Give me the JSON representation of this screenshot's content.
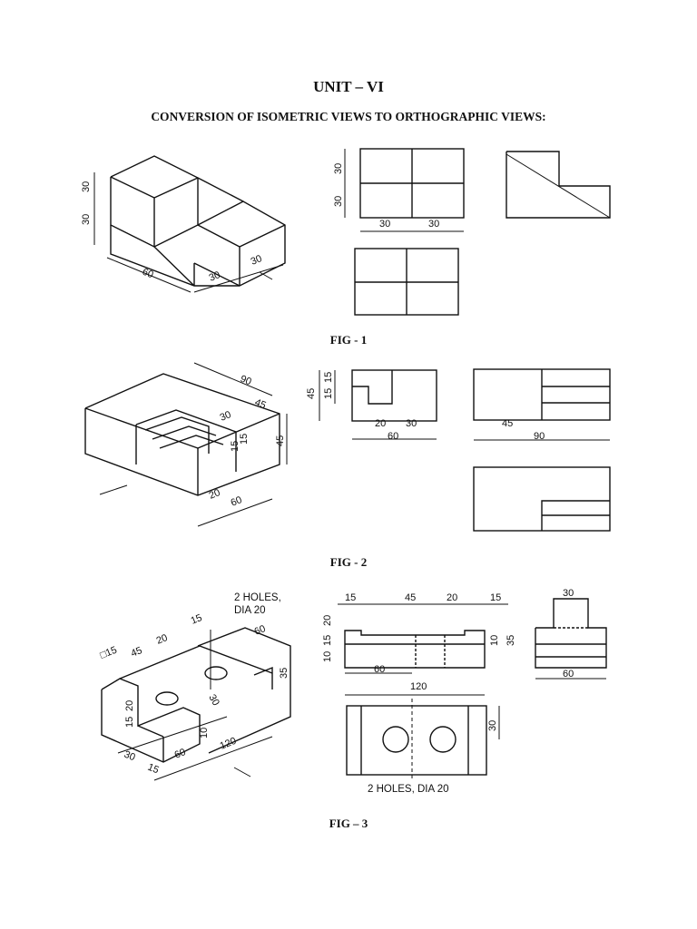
{
  "page": {
    "unit_title": "UNIT – VI",
    "section_heading": "CONVERSION OF ISOMETRIC VIEWS TO ORTHOGRAPHIC VIEWS:"
  },
  "figures": [
    {
      "caption": "FIG - 1",
      "iso_dims": [
        "30",
        "30",
        "60",
        "30",
        "30"
      ],
      "front_dims": [
        "30",
        "30",
        "30",
        "30"
      ]
    },
    {
      "caption": "FIG - 2",
      "iso_dims": [
        "90",
        "45",
        "30",
        "15",
        "15",
        "45",
        "20",
        "60"
      ],
      "front_dims": [
        "45",
        "15",
        "15",
        "20",
        "30",
        "60"
      ],
      "side_dims": [
        "45",
        "90"
      ]
    },
    {
      "caption": "FIG – 3",
      "iso_notes": [
        "2 HOLES,",
        "DIA 20"
      ],
      "iso_dims": [
        "15",
        "60",
        "□15",
        "45",
        "20",
        "35",
        "15",
        "20",
        "30",
        "10",
        "30",
        "15",
        "60",
        "120"
      ],
      "front_dims": [
        "15",
        "45",
        "20",
        "15",
        "20",
        "15",
        "10",
        "10",
        "35",
        "60",
        "120"
      ],
      "side_dims": [
        "30",
        "60"
      ],
      "top_dims": [
        "30"
      ],
      "top_note": "2 HOLES, DIA 20"
    }
  ],
  "colors": {
    "ink": "#111111",
    "paper": "#ffffff"
  }
}
